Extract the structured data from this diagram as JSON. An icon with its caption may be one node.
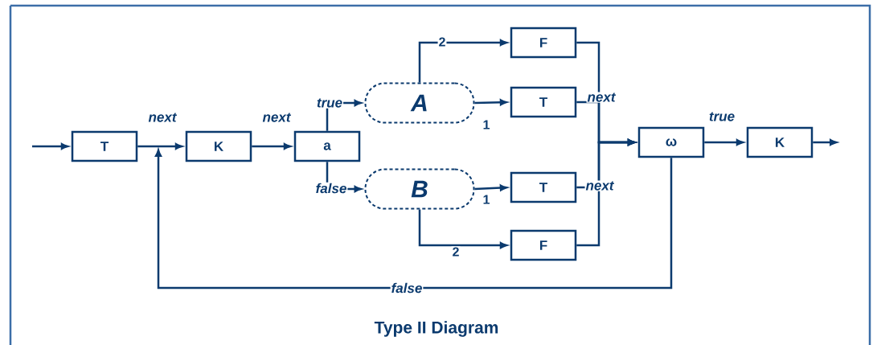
{
  "diagram": {
    "caption": "Type II Diagram",
    "nodes": [
      {
        "text": [
          "T"
        ]
      },
      {
        "text": [
          "K"
        ]
      },
      {
        "text": [
          "a"
        ]
      },
      {
        "text": [
          "A"
        ]
      },
      {
        "text": [
          "B"
        ]
      },
      {
        "text": [
          "F"
        ]
      },
      {
        "text": [
          "T"
        ]
      },
      {
        "text": [
          "T"
        ]
      },
      {
        "text": [
          "F"
        ]
      },
      {
        "text": [
          "ω"
        ]
      },
      {
        "text": [
          "K"
        ]
      }
    ],
    "edges": [
      {
        "from": null,
        "to": 0,
        "arrow": "to"
      },
      {
        "from": 0,
        "to": 1,
        "arrow": "to",
        "label": "next"
      },
      {
        "from": 1,
        "to": 2,
        "arrow": "to",
        "label": "next"
      },
      {
        "from": 2,
        "to": 3,
        "arrow": "to",
        "label": "true"
      },
      {
        "from": 2,
        "to": 4,
        "arrow": "to",
        "label": "false"
      },
      {
        "from": 3,
        "to": 5,
        "arrow": "to",
        "label": "2"
      },
      {
        "from": 3,
        "to": 6,
        "arrow": "to",
        "label": "1"
      },
      {
        "from": 4,
        "to": 7,
        "arrow": "to",
        "label": "1"
      },
      {
        "from": 4,
        "to": 8,
        "arrow": "to",
        "label": "2"
      },
      {
        "from": 5,
        "to": 9,
        "arrow": "to"
      },
      {
        "from": 6,
        "to": 9,
        "arrow": "to",
        "label": "next"
      },
      {
        "from": 7,
        "to": 9,
        "arrow": "to",
        "label": "next"
      },
      {
        "from": 8,
        "to": 9,
        "arrow": "to"
      },
      {
        "from": 9,
        "to": 10,
        "arrow": "to",
        "label": "true"
      },
      {
        "from": 10,
        "to": null,
        "arrow": "to"
      },
      {
        "from": 9,
        "to": null,
        "arrow": "to",
        "label": "false"
      }
    ]
  }
}
